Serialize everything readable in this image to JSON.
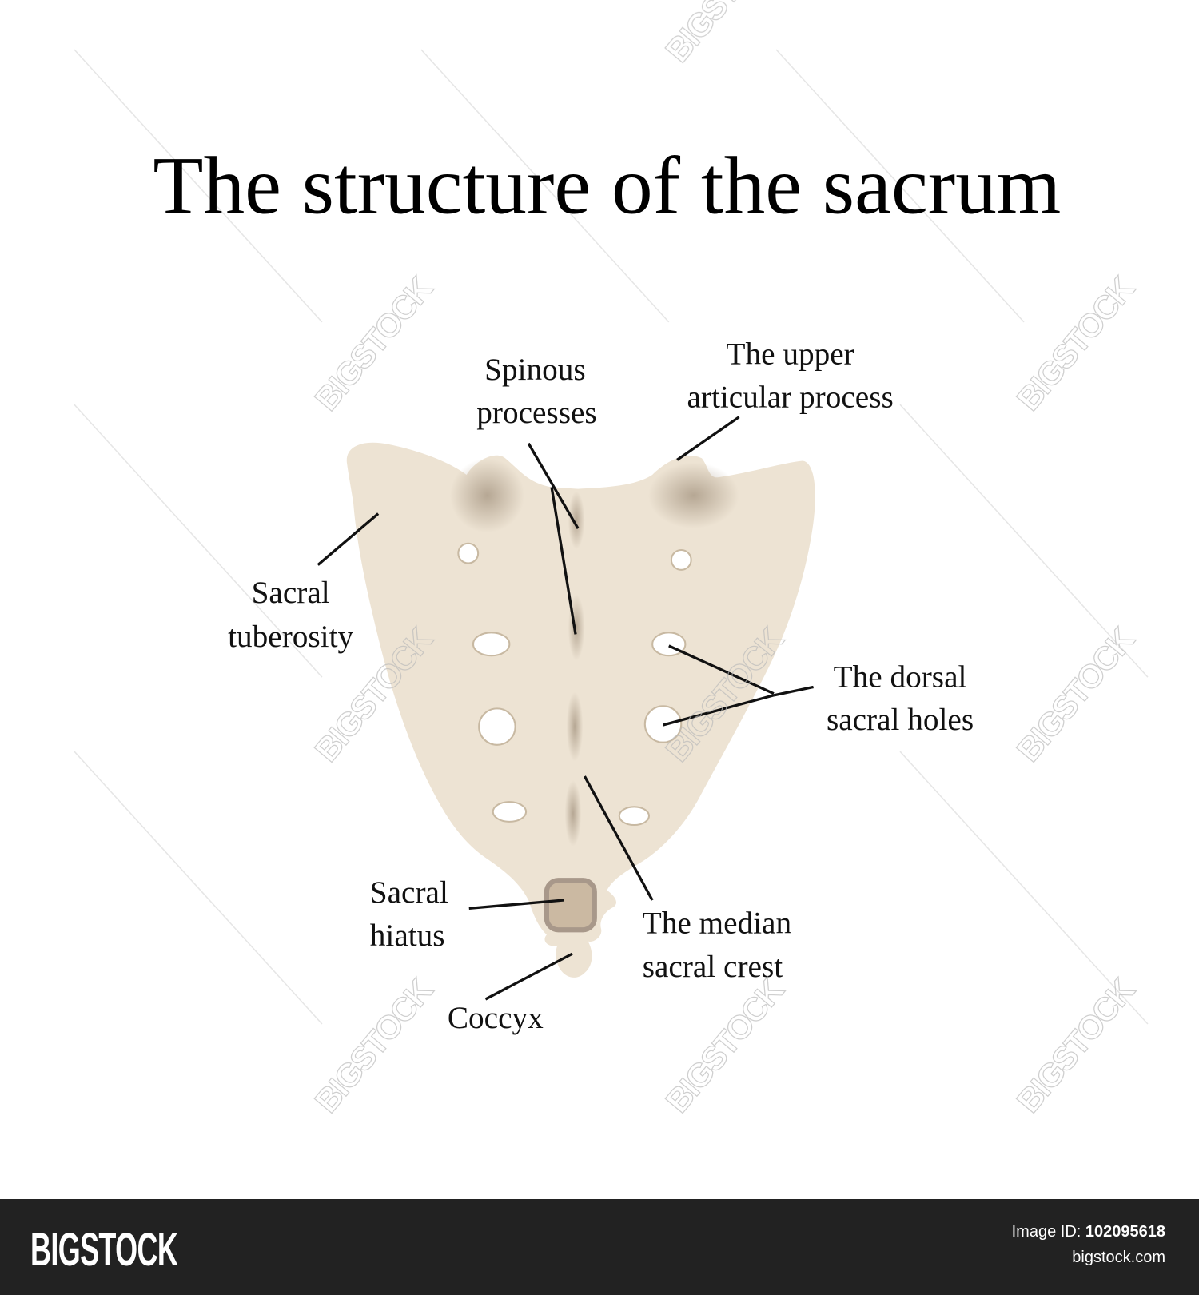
{
  "title": "The structure of the sacrum",
  "labels": {
    "spinous": [
      "Spinous",
      "processes"
    ],
    "upper_articular": [
      "The upper",
      "articular process"
    ],
    "tuberosity": [
      "Sacral",
      "tuberosity"
    ],
    "dorsal_holes": [
      "The dorsal",
      "sacral holes"
    ],
    "hiatus": [
      "Sacral",
      "hiatus"
    ],
    "median_crest": [
      "The median",
      "sacral crest"
    ],
    "coccyx": "Coccyx"
  },
  "colors": {
    "bone": "#ede3d3",
    "bone_shadow": "#b9a994",
    "footer": "#222222"
  },
  "watermark": "BIGSTOCK",
  "footer": {
    "logo": "BIGSTOCK",
    "image_id_label": "Image ID:",
    "image_id": "102095618",
    "site": "bigstock.com"
  }
}
